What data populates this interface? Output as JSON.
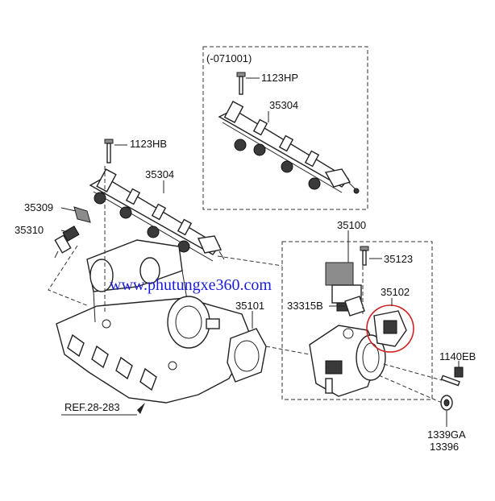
{
  "labels": {
    "variant": "(-071001)",
    "bolt_hp": "1123HP",
    "rail_upper": "35304",
    "bolt_hb": "1123HB",
    "rail_lower": "35304",
    "part_35309": "35309",
    "part_35310": "35310",
    "part_35100": "35100",
    "part_35123": "35123",
    "part_35101": "35101",
    "part_35102": "35102",
    "part_33315b": "33315B",
    "part_1140eb": "1140EB",
    "part_1339ga": "1339GA",
    "part_13396": "13396",
    "ref": "REF.28-283"
  },
  "watermark": "www.phutungxe360.com",
  "colors": {
    "watermark": "#1c1cd6",
    "highlight_circle": "#d22020",
    "line": "#222222"
  }
}
